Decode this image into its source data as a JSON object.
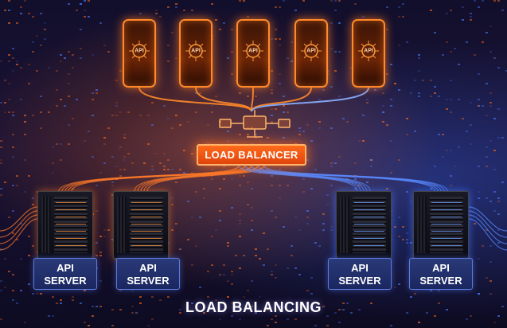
{
  "phones": [
    {
      "icon_text": "API"
    },
    {
      "icon_text": "API"
    },
    {
      "icon_text": "API"
    },
    {
      "icon_text": "API"
    },
    {
      "icon_text": "API"
    }
  ],
  "load_balancer": {
    "label": "LOAD BALANCER"
  },
  "servers": [
    {
      "line1": "API",
      "line2": "SERVER",
      "glow": "orange"
    },
    {
      "line1": "API",
      "line2": "SERVER",
      "glow": "orange"
    },
    {
      "line1": "API",
      "line2": "SERVER",
      "glow": "blue"
    },
    {
      "line1": "API",
      "line2": "SERVER",
      "glow": "blue"
    }
  ],
  "footer": {
    "title": "LOAD BALANCING"
  },
  "colors": {
    "accent_orange": "#ff6a1a",
    "accent_blue": "#4a7aff",
    "background": "#0b0a1c",
    "label_bg": "#1f2c6a"
  }
}
